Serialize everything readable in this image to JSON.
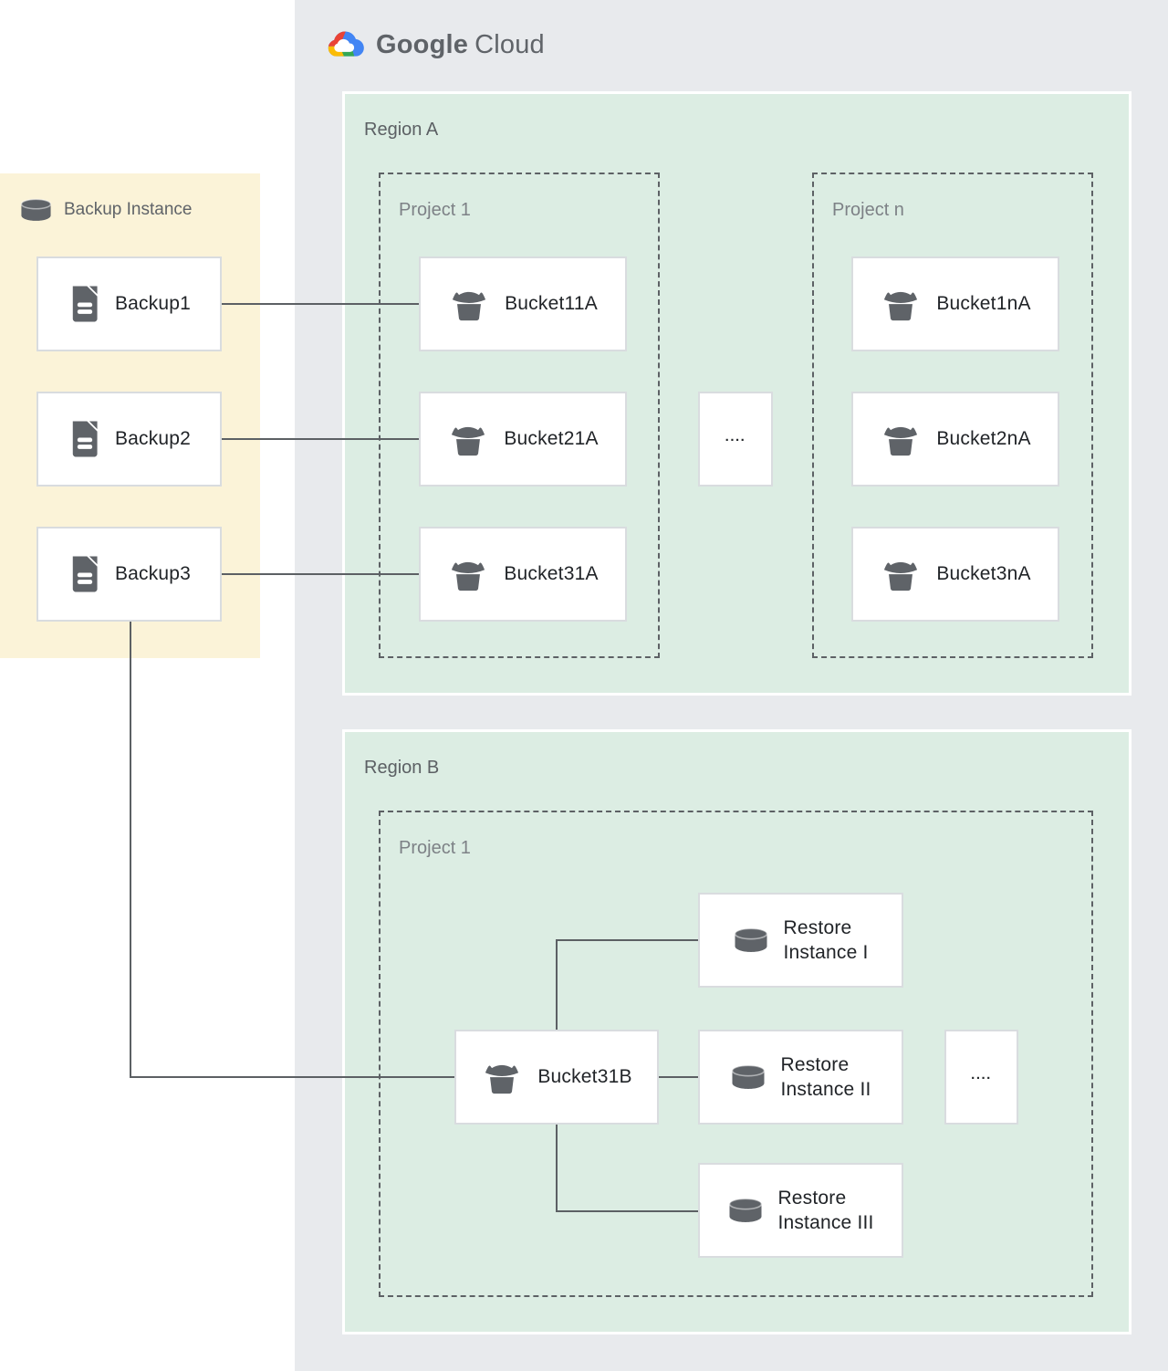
{
  "logo": {
    "google": "Google",
    "cloud": "Cloud"
  },
  "backup_panel": {
    "title": "Backup Instance",
    "items": [
      {
        "label": "Backup1"
      },
      {
        "label": "Backup2"
      },
      {
        "label": "Backup3"
      }
    ]
  },
  "region_a": {
    "label": "Region A",
    "project_1": {
      "label": "Project 1",
      "buckets": [
        "Bucket11A",
        "Bucket21A",
        "Bucket31A"
      ]
    },
    "ellipsis": "....",
    "project_n": {
      "label": "Project n",
      "buckets": [
        "Bucket1nA",
        "Bucket2nA",
        "Bucket3nA"
      ]
    }
  },
  "region_b": {
    "label": "Region B",
    "project_1": {
      "label": "Project 1",
      "bucket": "Bucket31B",
      "ellipsis": "....",
      "restore_instances": [
        {
          "line1": "Restore",
          "line2": "Instance I"
        },
        {
          "line1": "Restore",
          "line2": "Instance II"
        },
        {
          "line1": "Restore",
          "line2": "Instance III"
        }
      ]
    }
  },
  "icons": {
    "backup_panel_header": "database-icon",
    "backup_item": "file-icon",
    "bucket": "storage-bucket-icon",
    "restore_instance": "database-icon",
    "logo": "google-cloud-logo-icon"
  },
  "colors": {
    "outer_panel_gray": "#E8EAED",
    "region_green": "#DCEDE3",
    "backup_panel_yellow": "#FBF3D8",
    "connector_gray": "#5C6064",
    "icon_gray": "#5F6368",
    "logo_red": "#EA4335",
    "logo_blue": "#4285F4",
    "logo_yellow": "#FBBC05",
    "logo_green": "#34A853"
  }
}
